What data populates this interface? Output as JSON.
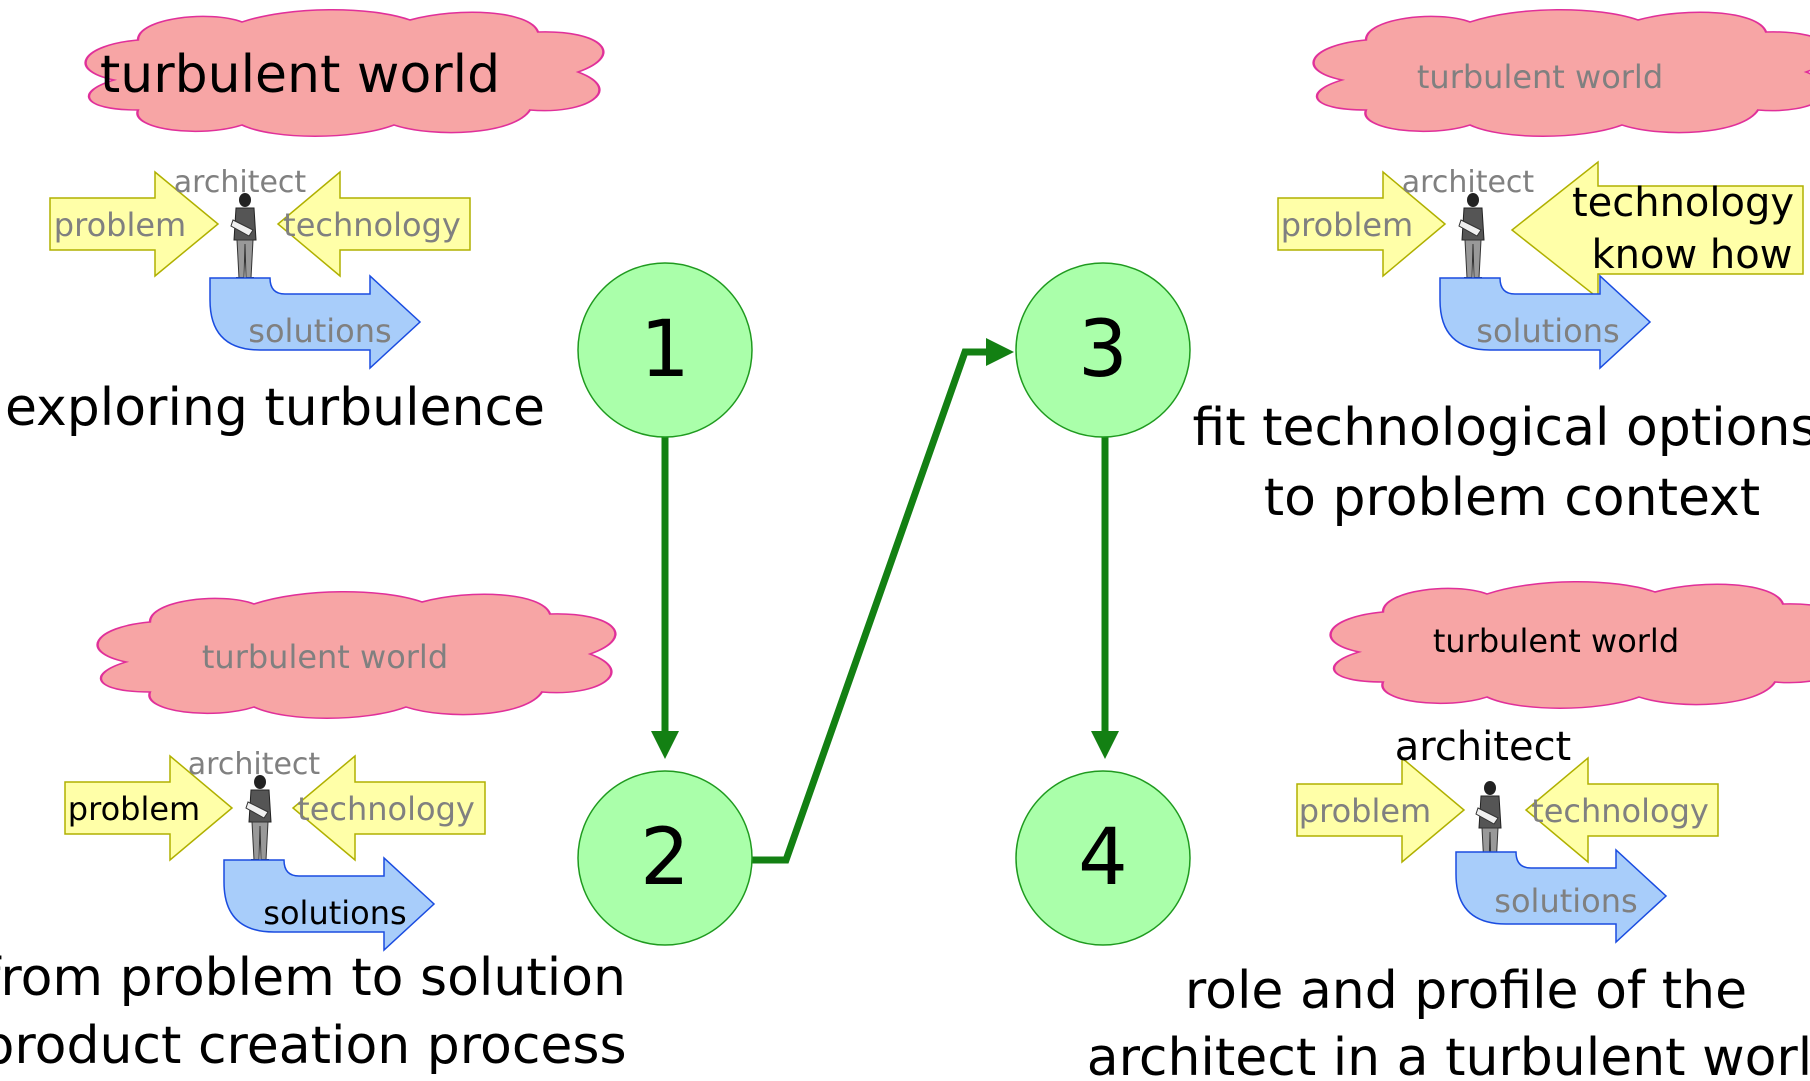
{
  "nodes": [
    {
      "id": "1",
      "label": "1"
    },
    {
      "id": "2",
      "label": "2"
    },
    {
      "id": "3",
      "label": "3"
    },
    {
      "id": "4",
      "label": "4"
    }
  ],
  "panel1": {
    "cloud": "turbulent world",
    "architect": "architect",
    "problem": "problem",
    "technology": "technology",
    "solutions": "solutions",
    "caption": "exploring turbulence"
  },
  "panel2": {
    "cloud": "turbulent world",
    "architect": "architect",
    "problem": "problem",
    "technology": "technology",
    "solutions": "solutions",
    "caption_line1": "from problem to solution",
    "caption_line2": "product creation process"
  },
  "panel3": {
    "cloud": "turbulent world",
    "architect": "architect",
    "problem": "problem",
    "technology_line1": "technology",
    "technology_line2": "know how",
    "solutions": "solutions",
    "caption_line1": "fit technological options",
    "caption_line2": "to problem context"
  },
  "panel4": {
    "cloud": "turbulent world",
    "architect": "architect",
    "problem": "problem",
    "technology": "technology",
    "solutions": "solutions",
    "caption_line1": "role and profile of the",
    "caption_line2": "architect in a turbulent world"
  },
  "colors": {
    "cloud_fill": "#f7a5a5",
    "input_arrow_fill": "#ffffa8",
    "solutions_arrow_fill": "#a8cdfa",
    "node_fill": "#aaffaa",
    "flow_arrow": "#138013",
    "dim_text": "#808080"
  },
  "icons": [
    "architect-figure-icon"
  ]
}
